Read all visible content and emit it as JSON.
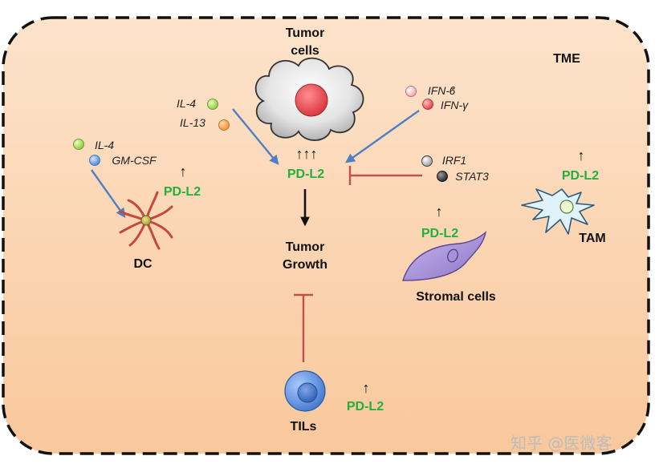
{
  "region": {
    "label": "TME"
  },
  "tumor": {
    "label_line1": "Tumor",
    "label_line2": "cells",
    "up_arrows": "↑↑↑"
  },
  "center": {
    "pd_label": "PD-L2",
    "growth_line1": "Tumor",
    "growth_line2": "Growth"
  },
  "dc": {
    "label": "DC",
    "factor1": "IL-4",
    "factor2": "GM-CSF",
    "pd_label": "PD-L2",
    "up_arrow": "↑"
  },
  "tumor_factors": {
    "factor1": "IL-4",
    "factor2": "IL-13"
  },
  "ifn": {
    "factor1": "IFN-ϐ",
    "factor2": "IFN-γ"
  },
  "stromal": {
    "label": "Stromal cells",
    "factor1": "IRF1",
    "factor2": "STAT3",
    "pd_label": "PD-L2",
    "up_arrow": "↑"
  },
  "tam": {
    "label": "TAM",
    "pd_label": "PD-L2",
    "up_arrow": "↑"
  },
  "tils": {
    "label": "TILs",
    "pd_label": "PD-L2",
    "up_arrow": "↑"
  },
  "watermark": {
    "text": "知乎 @医微客"
  },
  "colors": {
    "pd_green": "#22b03c",
    "arrow_blue": "#4f7fc4",
    "inhibit_red": "#c0504d",
    "background_orange": "#fbd1ac",
    "tumor_nucleus": "#e8464a",
    "til_blue": "#5e8fd8",
    "stromal_purple": "#a58fd2",
    "tam_blue": "#e0f3fb",
    "dc_red": "#c6483d"
  }
}
